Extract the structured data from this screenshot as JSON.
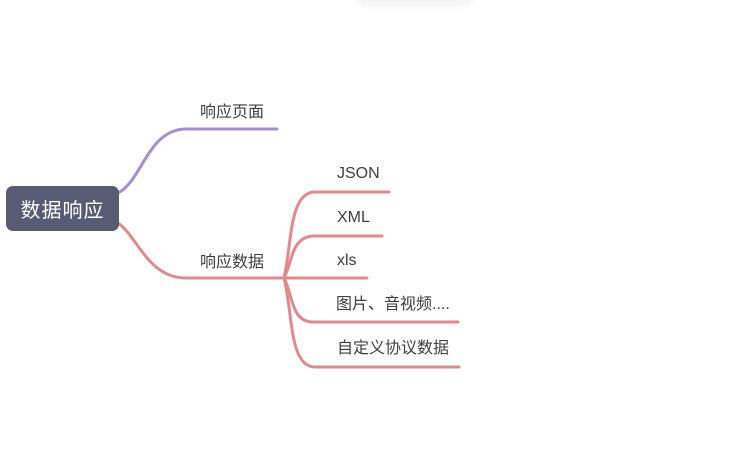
{
  "colors": {
    "background": "#ffffff",
    "root_bg": "#575b74",
    "root_text": "#ffffff",
    "purple_branch": "#a78dd6",
    "pink_branch": "#e08a8e",
    "topic_text": "#3f3f3f"
  },
  "mindmap": {
    "root": {
      "label": "数据响应"
    },
    "branches": [
      {
        "label": "响应页面",
        "children": []
      },
      {
        "label": "响应数据",
        "children": [
          {
            "label": "JSON"
          },
          {
            "label": "XML"
          },
          {
            "label": "xls"
          },
          {
            "label": "图片、音视频...."
          },
          {
            "label": "自定义协议数据"
          }
        ]
      }
    ]
  }
}
